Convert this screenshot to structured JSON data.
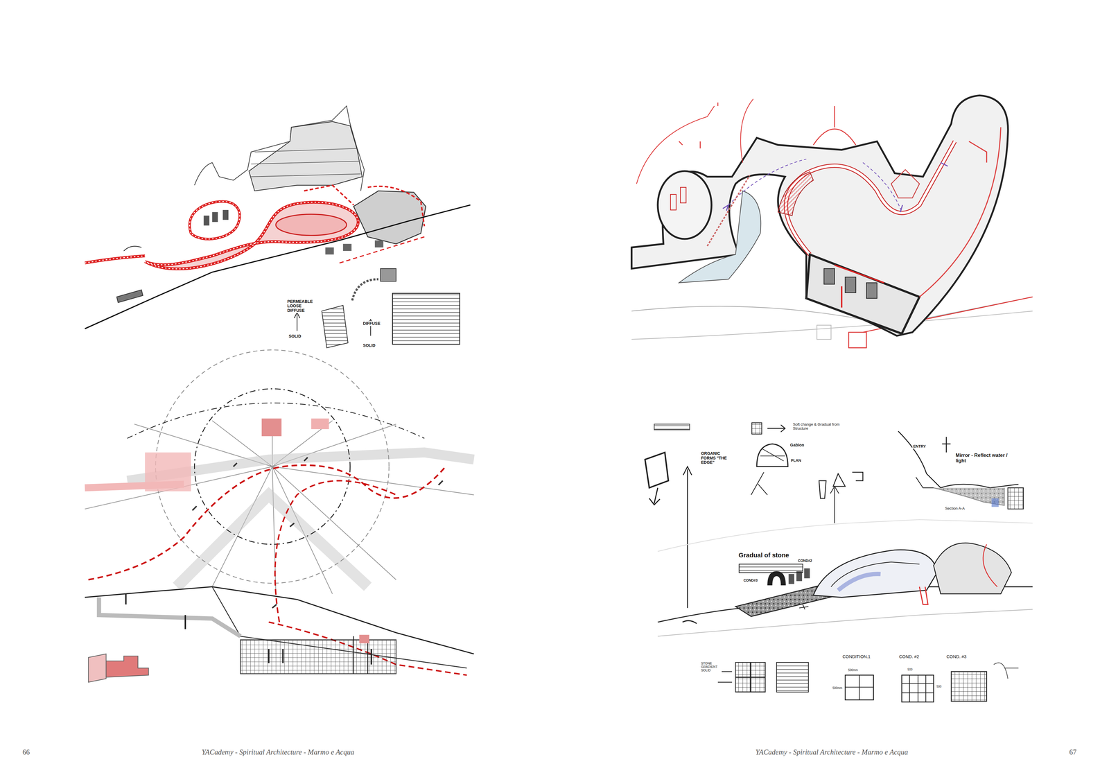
{
  "diagram": {
    "labels": [
      "PERMEABLE LOOSE DIFFUSE",
      "SOLID",
      "DIFFUSE",
      "SOLID",
      "Gradual of stone",
      "ORGANIC FORMS \"THE EDGE\"",
      "PLAN",
      "Gabion",
      "Soft change & Gradual from Structure",
      "ENTRY",
      "Mirror - Reflect water / light",
      "Section A-A",
      "COND#3",
      "COND#2",
      "STONE GRADIENT SOLID",
      "CONDITION.1",
      "COND. #2",
      "COND. #3",
      "500mm",
      "500mm",
      "500",
      "500",
      "66",
      "YACademy - Spiritual Architecture - Marmo e Acqua",
      "YACademy - Spiritual Architecture - Marmo e Acqua",
      "67"
    ]
  }
}
